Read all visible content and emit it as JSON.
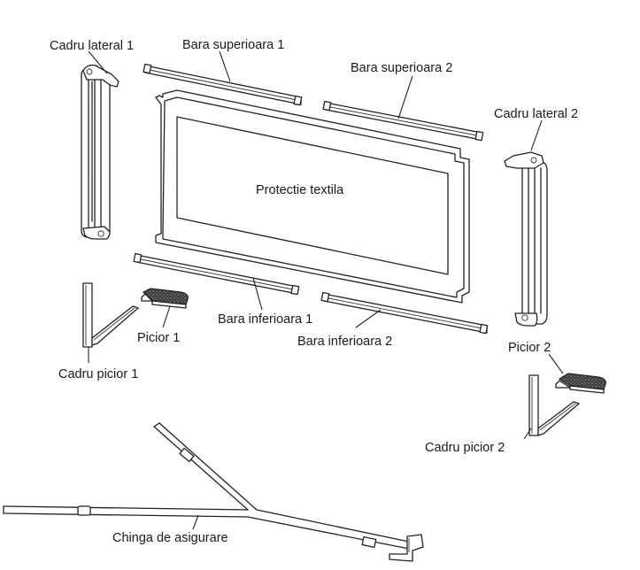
{
  "labels": {
    "cadru_lateral_1": "Cadru lateral 1",
    "bara_superioara_1": "Bara superioara 1",
    "bara_superioara_2": "Bara superioara 2",
    "cadru_lateral_2": "Cadru lateral 2",
    "protectie_textila": "Protectie textila",
    "bara_inferioara_1": "Bara inferioara 1",
    "bara_inferioara_2": "Bara inferioara 2",
    "picior_1": "Picior 1",
    "picior_2": "Picior 2",
    "cadru_picior_1": "Cadru picior 1",
    "cadru_picior_2": "Cadru picior 2",
    "chinga_de_asigurare": "Chinga de asigurare"
  },
  "colors": {
    "line": "#222222",
    "pad": "#3a3a3a",
    "background": "#ffffff"
  }
}
